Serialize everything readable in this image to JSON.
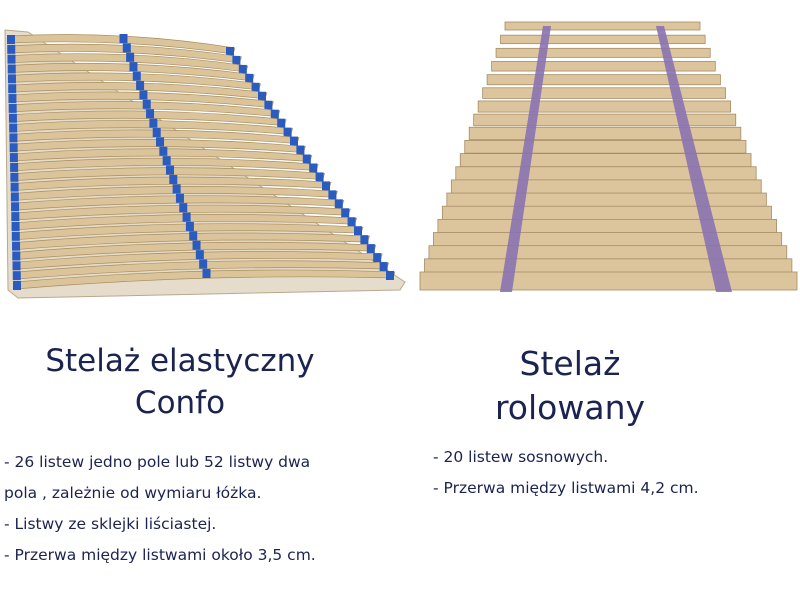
{
  "left_product": {
    "title_line1": "Stelaż elastyczny",
    "title_line2": "Confo",
    "bullets": [
      "- 26 listew jedno pole lub 52 listwy dwa",
      "pola , zależnie od wymiaru łóżka.",
      "- Listwy ze sklejki liściastej.",
      "- Przerwa między listwami około 3,5 cm."
    ],
    "slat_count": 26,
    "clip_color": "#2a5bc0",
    "wood_color": "#dcc49a"
  },
  "right_product": {
    "title_line1": "Stelaż",
    "title_line2": "rolowany",
    "bullets": [
      "- 20 listew sosnowych.",
      "- Przerwa między listwami 4,2 cm."
    ],
    "slat_count": 20,
    "strap_color": "#8a72b0",
    "wood_color": "#dcc59c"
  }
}
